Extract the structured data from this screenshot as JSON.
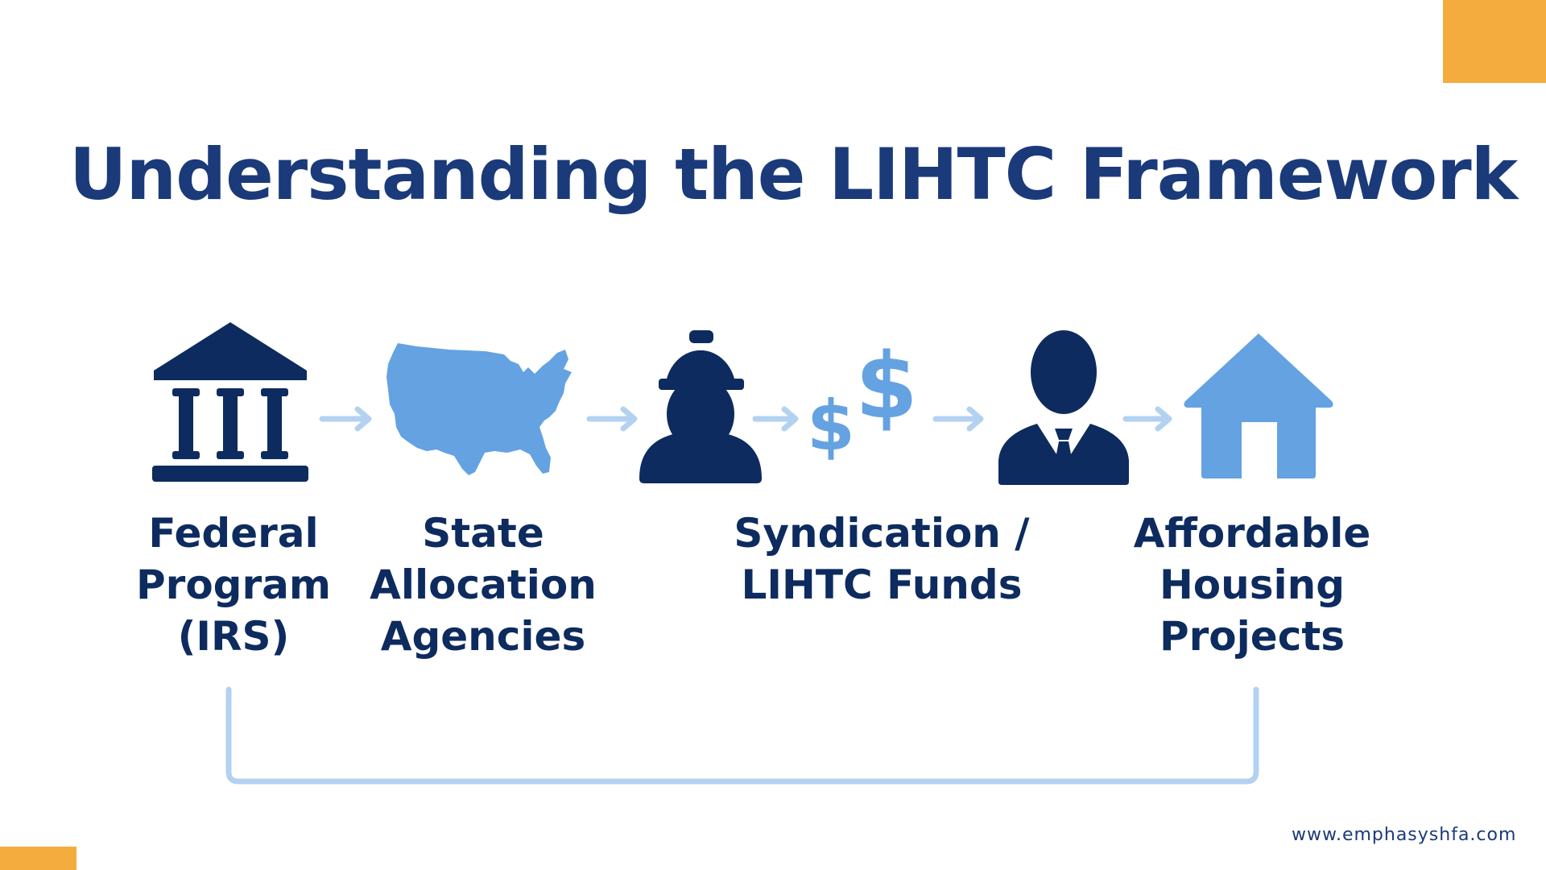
{
  "title": "Understanding the LIHTC Framework",
  "labels": {
    "federal": "Federal\nProgram\n(IRS)",
    "state": "State\nAllocation\nAgencies",
    "syndication": "Syndication /\nLIHTC Funds",
    "affordable": "Affordable\nHousing\nProjects"
  },
  "icons": [
    "bank-building-icon",
    "usa-map-icon",
    "construction-worker-icon",
    "dollar-signs-icon",
    "businessman-icon",
    "house-icon"
  ],
  "website": "www.emphasyshfa.com",
  "colors": {
    "navy": "#1a3a7a",
    "dark_navy": "#0d2b5e",
    "light_blue": "#64a2e2",
    "pale_blue": "#b3d2f2",
    "orange": "#f4ac3f"
  }
}
